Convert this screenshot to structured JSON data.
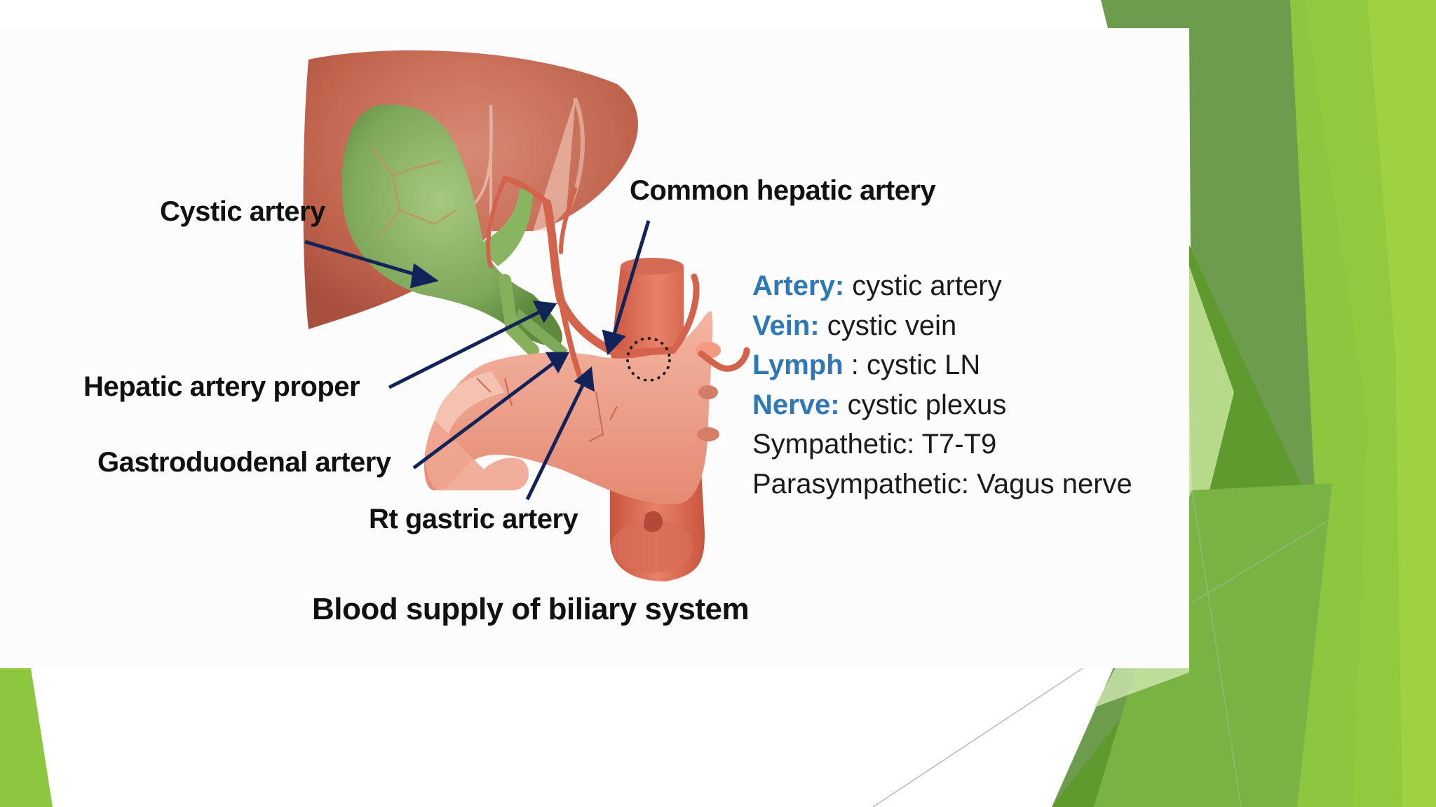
{
  "slide": {
    "caption": "Blood supply of biliary system",
    "labels": {
      "cystic_artery": "Cystic artery",
      "common_hepatic_artery": "Common hepatic artery",
      "hepatic_artery_proper": "Hepatic artery proper",
      "gastroduodenal_artery": "Gastroduodenal artery",
      "rt_gastric_artery": "Rt gastric artery"
    },
    "info": [
      {
        "key": "Artery:",
        "value": " cystic artery"
      },
      {
        "key": "Vein:",
        "value": " cystic vein"
      },
      {
        "key": "Lymph",
        "value": " : cystic LN"
      },
      {
        "key": "Nerve:",
        "value": " cystic plexus"
      },
      {
        "key": "",
        "value": "Sympathetic: T7-T9"
      },
      {
        "key": "",
        "value": "Parasympathetic: Vagus nerve"
      }
    ]
  },
  "colors": {
    "accent_blue": "#2e78b7",
    "green_dark": "#6a9a4a",
    "green_bright": "#8dc63f",
    "arrow_navy": "#12235a"
  },
  "icons": [
    "gallbladder-illustration",
    "liver-illustration",
    "duodenum-illustration",
    "aorta-illustration"
  ]
}
